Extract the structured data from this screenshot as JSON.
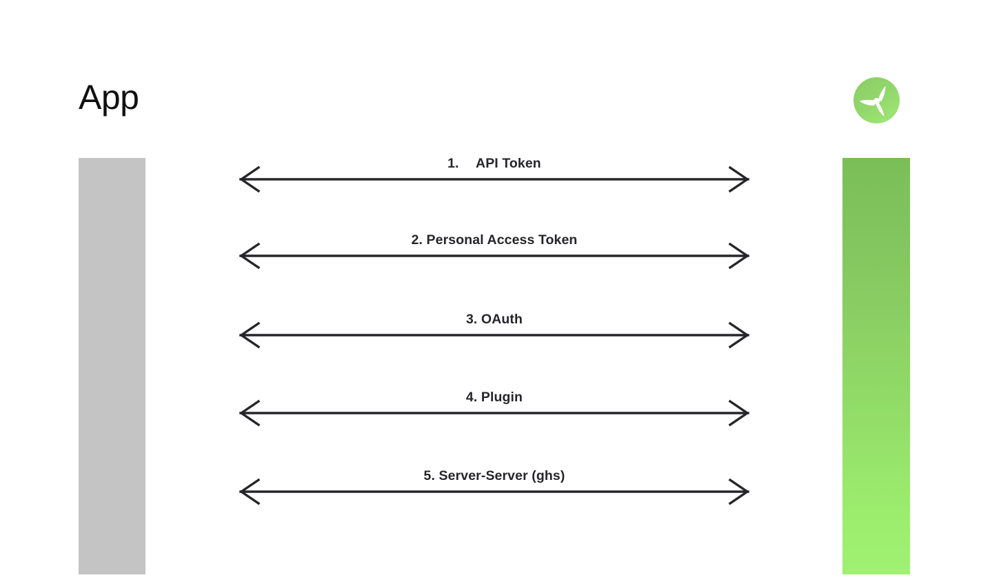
{
  "diagram": {
    "title": "App",
    "actor_left": {
      "label": "App",
      "bar_color": "#c4c4c4"
    },
    "actor_right": {
      "logo_icon": "propeller-logo-icon",
      "bar_gradient_top": "#7ABE58",
      "bar_gradient_bottom": "#A0F172",
      "logo_circle_top": "#8FD06A",
      "logo_circle_bottom": "#9BE06F",
      "logo_blade_color": "#ffffff"
    },
    "arrow_color": "#26262A",
    "messages": [
      {
        "index": "1.",
        "label": "1.  API Token"
      },
      {
        "index": "2.",
        "label": "2. Personal Access Token"
      },
      {
        "index": "3.",
        "label": "3. OAuth"
      },
      {
        "index": "4.",
        "label": "4. Plugin"
      },
      {
        "index": "5.",
        "label": "5. Server-Server (ghs)"
      }
    ]
  }
}
